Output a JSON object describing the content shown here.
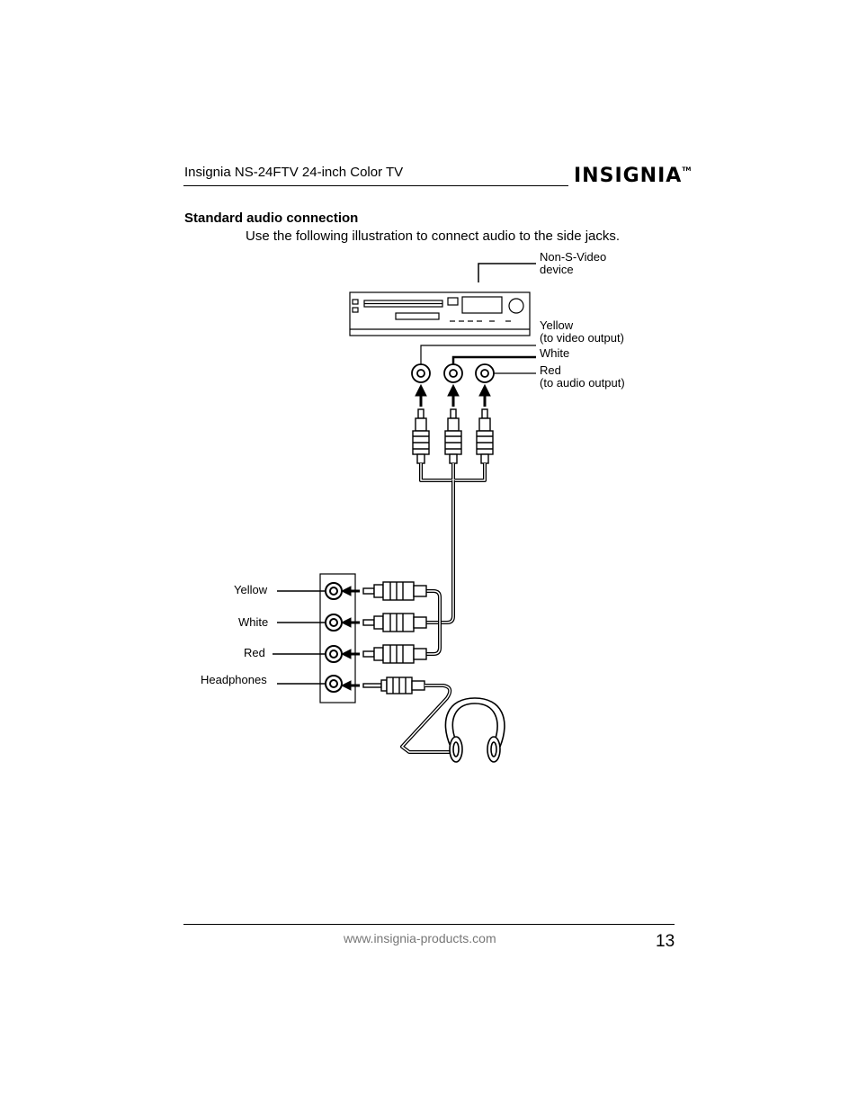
{
  "header": {
    "title": "Insignia NS-24FTV 24-inch Color TV",
    "logo_text": "INSIGNIA",
    "logo_tm": "TM"
  },
  "section": {
    "heading": "Standard audio connection",
    "intro": "Use the following illustration to connect audio to the side jacks."
  },
  "diagram": {
    "device_label_line1": "Non-S-Video",
    "device_label_line2": "device",
    "yellow_label_line1": "Yellow",
    "yellow_label_line2": "(to video output)",
    "white_label": "White",
    "red_label_line1": "Red",
    "red_label_line2": "(to audio output)",
    "tv_yellow": "Yellow",
    "tv_white": "White",
    "tv_red": "Red",
    "tv_headphones": "Headphones"
  },
  "footer": {
    "url": "www.insignia-products.com",
    "page_number": "13"
  }
}
